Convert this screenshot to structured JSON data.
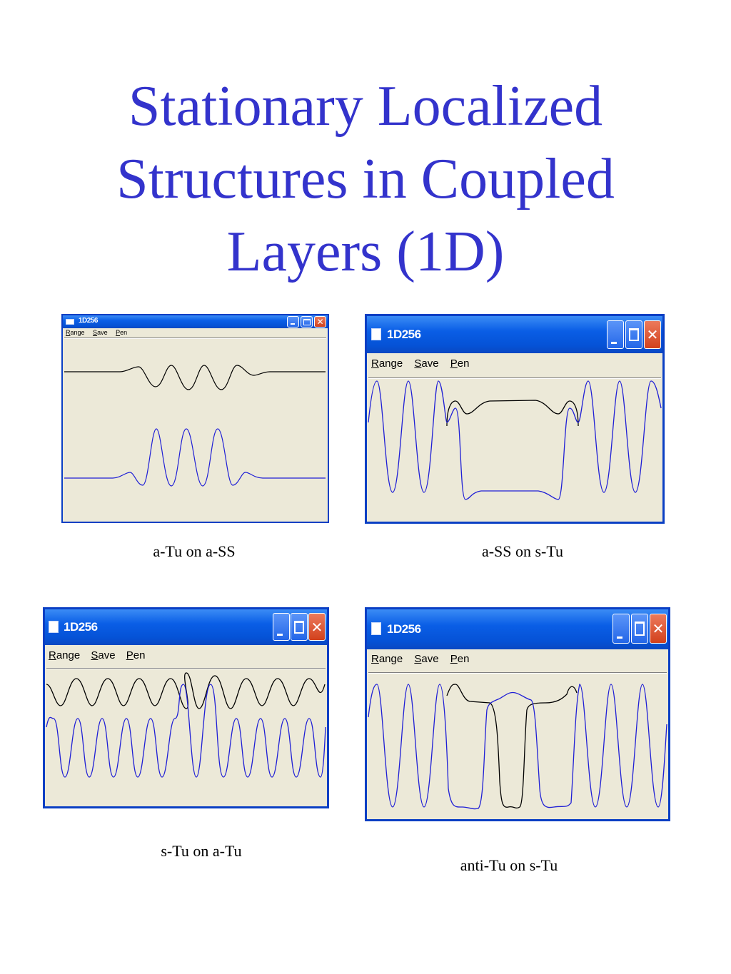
{
  "slide": {
    "title_lines": [
      "Stationary Localized",
      "Structures in Coupled",
      "Layers (1D)"
    ]
  },
  "colors": {
    "title": "#3333cc",
    "window_border": "#0a3fc4",
    "client_bg": "#ece9d8",
    "trace_upper": "#000000",
    "trace_lower": "#1f1fd6"
  },
  "icons": {
    "app": "window-app-icon",
    "minimize": "minimize-icon",
    "maximize": "maximize-icon",
    "close": "close-icon"
  },
  "windows": [
    {
      "title": "1D256",
      "menu": [
        "Range",
        "Save",
        "Pen"
      ],
      "caption": "a-Tu on a-SS"
    },
    {
      "title": "1D256",
      "menu": [
        "Range",
        "Save",
        "Pen"
      ],
      "caption": "a-SS on s-Tu"
    },
    {
      "title": "1D256",
      "menu": [
        "Range",
        "Save",
        "Pen"
      ],
      "caption": "s-Tu on a-Tu"
    },
    {
      "title": "1D256",
      "menu": [
        "Range",
        "Save",
        "Pen"
      ],
      "caption": "anti-Tu on s-Tu"
    }
  ]
}
